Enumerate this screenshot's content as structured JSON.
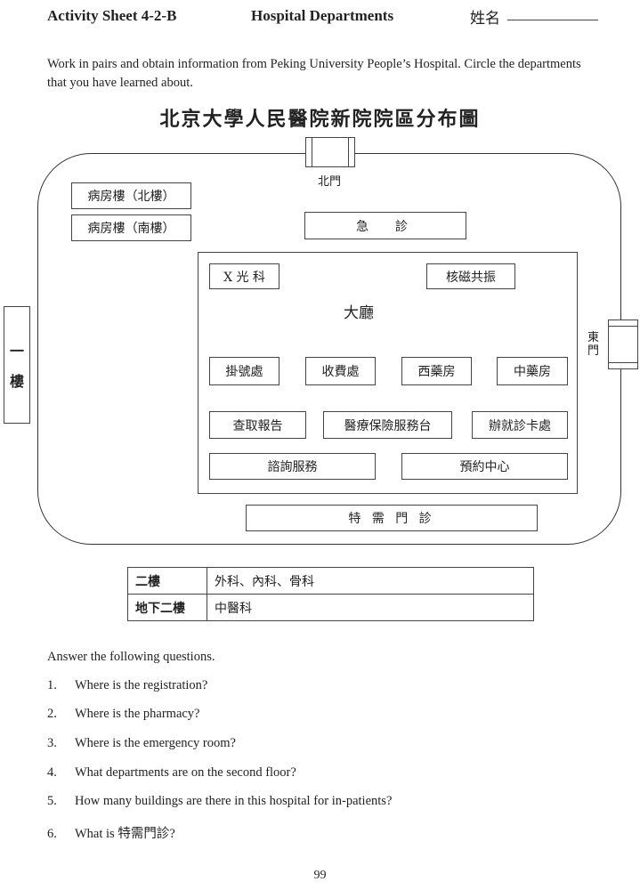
{
  "header": {
    "sheet": "Activity Sheet 4-2-B",
    "title": "Hospital Departments",
    "name_label": "姓名",
    "name_blank": "____________"
  },
  "intro": "Work in pairs and obtain information from Peking University People’s Hospital.  Circle the departments that you have learned about.",
  "map": {
    "title": "北京大學人民醫院新院院區分布圖",
    "north_gate": "北門",
    "east_gate": "東門",
    "floor_tag": [
      "一",
      "樓"
    ],
    "ward_north": "病房樓（北樓）",
    "ward_south": "病房樓（南樓）",
    "emergency": "急　診",
    "hall": "大廳",
    "xray": "X 光 科",
    "mri": "核磁共振",
    "registration": "掛號處",
    "cashier": "收費處",
    "western_pharmacy": "西藥房",
    "chinese_pharmacy": "中藥房",
    "reports": "查取報告",
    "insurance": "醫療保險服務台",
    "card_office": "辦就診卡處",
    "information": "諮詢服務",
    "appointment": "預約中心",
    "special_clinic": "特 需 門 診"
  },
  "floors": [
    {
      "floor": "二樓",
      "departments": "外科、內科、骨科"
    },
    {
      "floor": "地下二樓",
      "departments": "中醫科"
    }
  ],
  "questions_heading": "Answer the following questions.",
  "questions": [
    {
      "num": "1.",
      "text": "Where is the registration?"
    },
    {
      "num": "2.",
      "text": "Where is the pharmacy?"
    },
    {
      "num": "3.",
      "text": "Where is the emergency room?"
    },
    {
      "num": "4.",
      "text": "What departments are on the second floor?"
    },
    {
      "num": "5.",
      "text": "How many buildings are there in this hospital for in-patients?"
    },
    {
      "num": "6.",
      "text": "What is 特需門診?"
    }
  ],
  "page_number": "99"
}
